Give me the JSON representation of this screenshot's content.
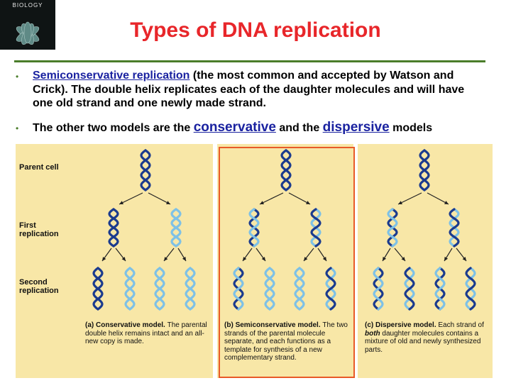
{
  "logo": {
    "text": "BIOLOGY"
  },
  "title": "Types of DNA replication",
  "bullets": [
    {
      "key": "Semiconservative replication",
      "rest": " (the most common and accepted by Watson and Crick). The double helix replicates each of the daughter molecules and will have one old strand and one newly made strand."
    },
    {
      "pre": "The other two models are the ",
      "key1": "conservative",
      "mid": " and the ",
      "key2": "dispersive",
      "post": " models"
    }
  ],
  "figure": {
    "row_labels": {
      "parent": "Parent cell",
      "first": "First replication",
      "second": "Second replication"
    },
    "captions": {
      "a_label": "(a)",
      "a_title": "Conservative model.",
      "a_text": "The parental double helix remains intact and an all-new copy is made.",
      "b_label": "(b)",
      "b_title": "Semiconservative model.",
      "b_text": "The two strands of the parental molecule separate, and each functions as a template for synthesis of a new complementary strand.",
      "c_label": "(c)",
      "c_title": "Dispersive model.",
      "c_text_pre": "Each strand of ",
      "c_text_em": "both",
      "c_text_post": " daughter molecules contains a mixture of old and newly synthesized parts."
    },
    "colors": {
      "old_strand": "#1b3b8e",
      "new_strand": "#7ec1e6",
      "background": "#f8e7a7",
      "highlight": "#e85a28"
    }
  }
}
